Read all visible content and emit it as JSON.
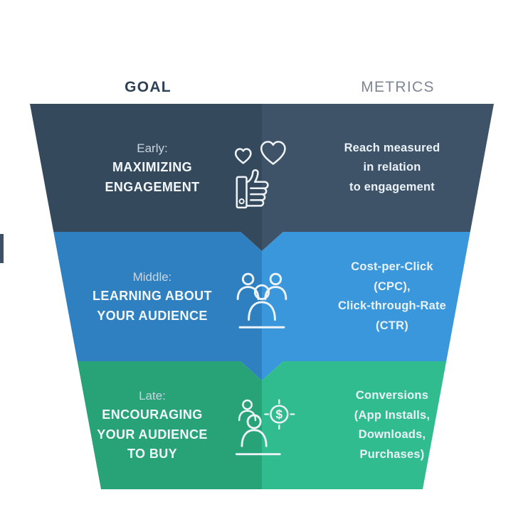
{
  "header": {
    "goal": "GOAL",
    "metrics": "METRICS"
  },
  "stages": [
    {
      "name": "early",
      "label": "Early:",
      "goal_lines": [
        "MAXIMIZING",
        "ENGAGEMENT"
      ],
      "metrics_lines": [
        "Reach measured",
        "in relation",
        "to engagement"
      ],
      "icon": "thumbs-up-hearts-icon",
      "color_left": "#35495c",
      "color_right": "#3e5268"
    },
    {
      "name": "middle",
      "label": "Middle:",
      "goal_lines": [
        "LEARNING ABOUT",
        "YOUR AUDIENCE"
      ],
      "metrics_lines": [
        "Cost-per-Click",
        "(CPC),",
        "Click-through-Rate",
        "(CTR)"
      ],
      "icon": "audience-group-icon",
      "color_left": "#2e80c0",
      "color_right": "#3a97dc"
    },
    {
      "name": "late",
      "label": "Late:",
      "goal_lines": [
        "ENCOURAGING",
        "YOUR AUDIENCE",
        "TO BUY"
      ],
      "metrics_lines": [
        "Conversions",
        "(App Installs,",
        "Downloads,",
        "Purchases)"
      ],
      "icon": "buyers-dollar-icon",
      "color_left": "#28a377",
      "color_right": "#30bc8e"
    }
  ],
  "icon_glyphs": {
    "dollar": "$"
  },
  "artifact_color": "#3e5064",
  "icon_stroke_color": "#eef3f7"
}
